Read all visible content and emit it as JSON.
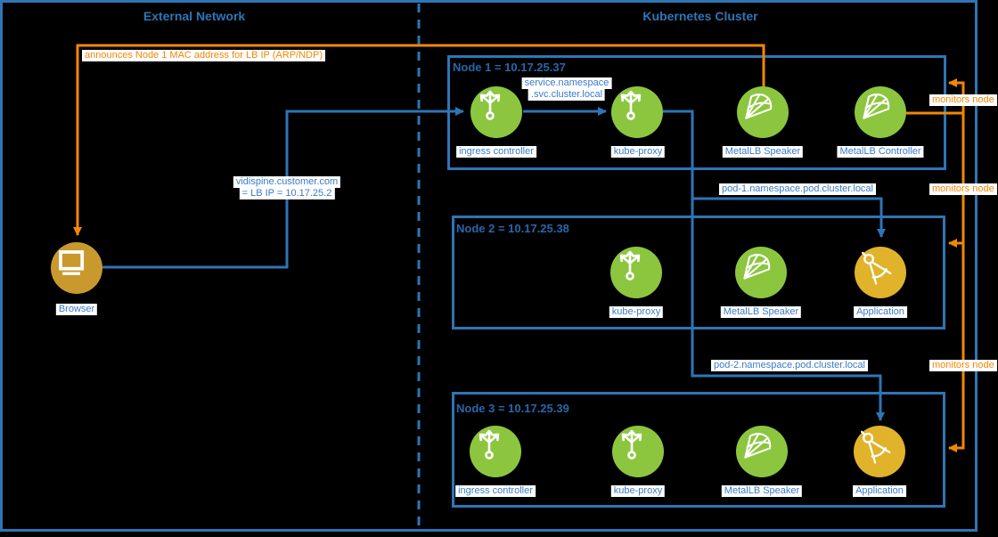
{
  "diagram_title": "MetalLB Kubernetes load balancing diagram",
  "colors": {
    "background": "#000000",
    "line_blue": "#2E75B6",
    "text_blue": "#3A7BC8",
    "title_blue": "#2767A8",
    "orange": "#F28705",
    "component_green": "#8CC63F",
    "application_yellow": "#E0B32B",
    "browser_gold": "#C9992E"
  },
  "sections": {
    "external": {
      "title": "External Network"
    },
    "cluster": {
      "title": "Kubernetes Cluster"
    }
  },
  "browser": {
    "label": "Browser"
  },
  "nodes": [
    {
      "title": "Node 1 = 10.17.25.37",
      "components": [
        {
          "label": "ingress controller"
        },
        {
          "label": "kube-proxy"
        },
        {
          "label": "MetalLB Speaker"
        },
        {
          "label": "MetalLB Controller"
        }
      ]
    },
    {
      "title": "Node 2 = 10.17.25.38",
      "components": [
        {
          "label": "kube-proxy"
        },
        {
          "label": "MetalLB Speaker"
        },
        {
          "label": "Application"
        }
      ]
    },
    {
      "title": "Node 3 = 10.17.25.39",
      "components": [
        {
          "label": "ingress controller"
        },
        {
          "label": "kube-proxy"
        },
        {
          "label": "MetalLB Speaker"
        },
        {
          "label": "Application"
        }
      ]
    }
  ],
  "edge_labels": {
    "announce": "announces Node 1 MAC address for LB IP (ARP/NDP)",
    "service_dns_line1": "service.namespace",
    "service_dns_line2": ".svc.cluster.local",
    "vidispine_line1": "vidispine.customer.com",
    "vidispine_line2": "= LB IP = 10.17.25.2",
    "pod1_dns": "pod-1.namespace.pod.cluster.local",
    "pod2_dns": "pod-2.namespace.pod.cluster.local",
    "monitors_1": "monitors node",
    "monitors_2": "monitors node",
    "monitors_3": "monitors node"
  }
}
